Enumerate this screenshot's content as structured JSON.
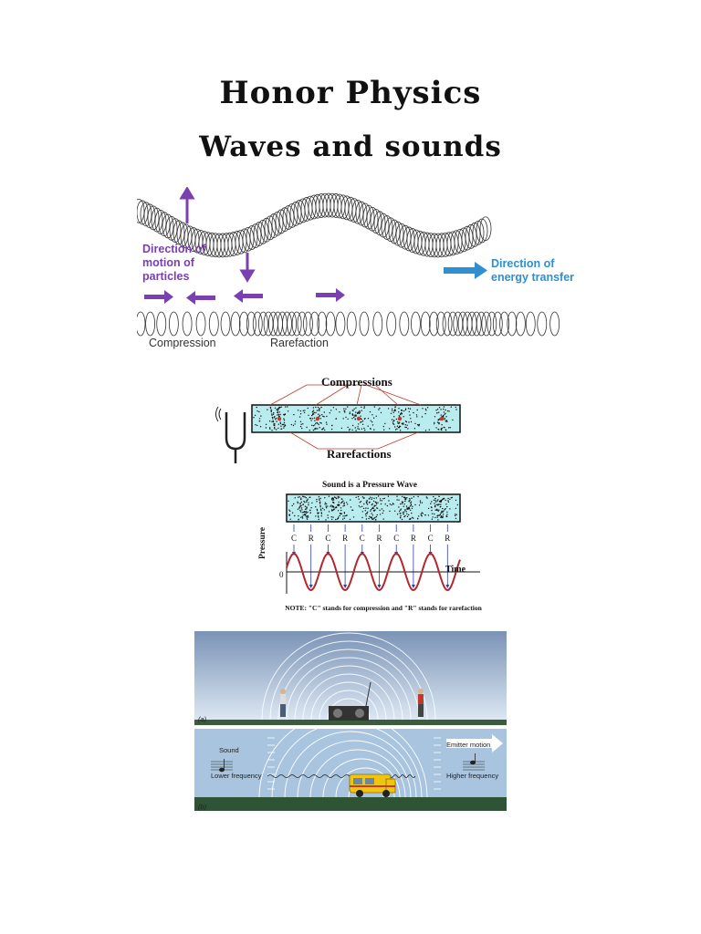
{
  "title": "Honor Physics",
  "subtitle": "Waves and sounds",
  "fig1": {
    "direction_particles": [
      "Direction of",
      "motion of",
      "particles"
    ],
    "direction_energy": [
      "Direction of",
      "energy transfer"
    ],
    "compression": "Compression",
    "rarefaction": "Rarefaction",
    "colors": {
      "particles": "#7a3fb0",
      "energy": "#2f8fd0"
    }
  },
  "fig2": {
    "compressions": "Compressions",
    "rarefactions": "Rarefactions"
  },
  "fig3": {
    "title": "Sound is a Pressure Wave",
    "markers": [
      "C",
      "R",
      "C",
      "R",
      "C",
      "R",
      "C",
      "R",
      "C",
      "R"
    ],
    "time_label": "Time",
    "pressure_label": "Pressure",
    "zero": "0",
    "note": "NOTE: \"C\" stands for compression and \"R\" stands for rarefaction"
  },
  "fig4": {
    "panel_a": "(a)",
    "panel_b": "(b)",
    "sound": "Sound",
    "lower_frequency": "Lower frequency",
    "higher_frequency": "Higher frequency",
    "emitter_motion": "Emitter motion"
  }
}
